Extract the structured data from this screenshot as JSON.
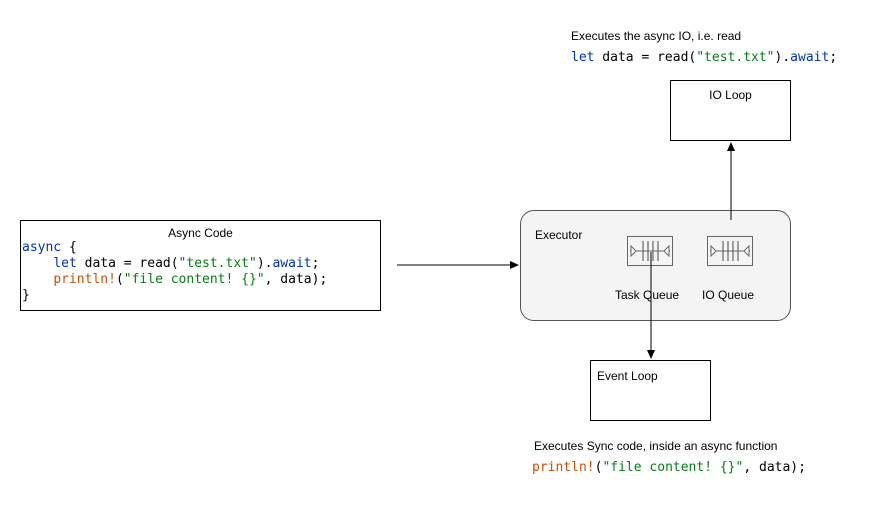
{
  "top_note": {
    "caption": "Executes the async IO, i.e. read",
    "code": {
      "kw": "let",
      "mid": " data = read(",
      "str": "\"test.txt\"",
      "dot": ").",
      "await": "await",
      "end": ";"
    }
  },
  "io_loop": {
    "title": "IO Loop"
  },
  "async_code": {
    "title": "Async Code",
    "line1": {
      "kw": "async",
      "rest": " {"
    },
    "line2": {
      "indent": "    ",
      "kw": "let",
      "mid": " data = read(",
      "str": "\"test.txt\"",
      "dot": ").",
      "await": "await",
      "end": ";"
    },
    "line3": {
      "indent": "    ",
      "mac": "println!",
      "open": "(",
      "str": "\"file content! {}\"",
      "rest": ", data);"
    },
    "line4": "}"
  },
  "executor": {
    "title": "Executor",
    "task_queue_label": "Task Queue",
    "io_queue_label": "IO Queue"
  },
  "event_loop": {
    "title": "Event Loop"
  },
  "bottom_note": {
    "caption": "Executes Sync code, inside an async function",
    "code": {
      "mac": "println!",
      "open": "(",
      "str": "\"file content! {}\"",
      "rest": ", data);"
    }
  },
  "colors": {
    "keyword": "#0033b3",
    "string": "#067d17",
    "macro": "#c7500b",
    "executor_fill": "#f4f4f4"
  },
  "icons": [
    "queue-icon",
    "queue-icon"
  ]
}
